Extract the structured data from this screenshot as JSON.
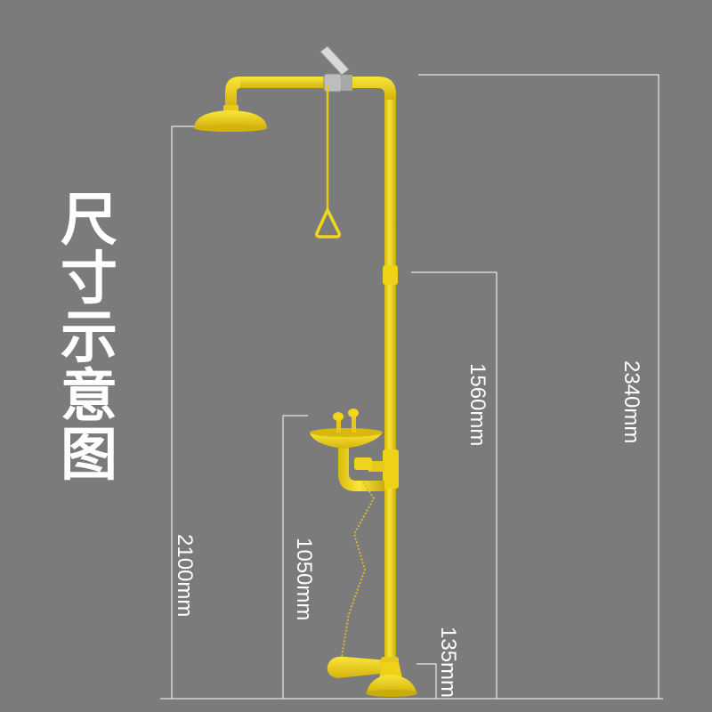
{
  "title_chars": [
    "尺",
    "寸",
    "示",
    "意",
    "图"
  ],
  "colors": {
    "background": "#7b7b7b",
    "equipment": "#f2d61a",
    "equipment_shade": "#c9ab0c",
    "dimension_line": "#ffffff"
  },
  "dimensions": {
    "total_height": "2340mm",
    "shower_head_height": "2100mm",
    "valve_height": "1560mm",
    "eyewash_height": "1050mm",
    "pedal_height": "135mm"
  }
}
